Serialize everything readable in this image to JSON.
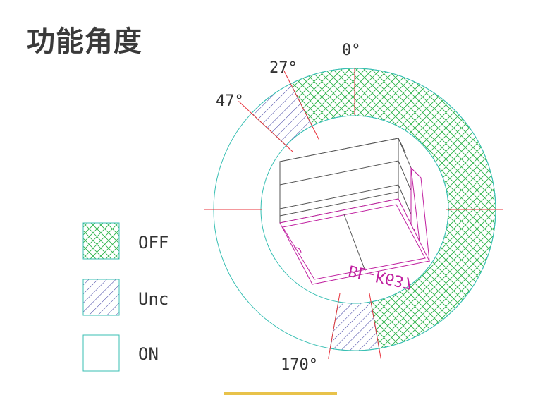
{
  "title": "功能角度",
  "angles": {
    "a0": "0°",
    "a27": "27°",
    "a47": "47°",
    "a170": "170°"
  },
  "component_marking": "BL-K637",
  "legend": [
    {
      "label": "OFF",
      "pattern": "crosshatch",
      "color": "#2db34a"
    },
    {
      "label": "Unc",
      "pattern": "diagonal",
      "color": "#3a3aa0"
    },
    {
      "label": "ON",
      "pattern": "none",
      "color": "#38bfb3"
    }
  ],
  "colors": {
    "ring": "#38bfb3",
    "off": "#2db34a",
    "unc": "#3a3aa0",
    "marker": "#e8303a",
    "part_outline": "#555555",
    "part_accent": "#c020a0",
    "title": "#3a3a3a"
  }
}
